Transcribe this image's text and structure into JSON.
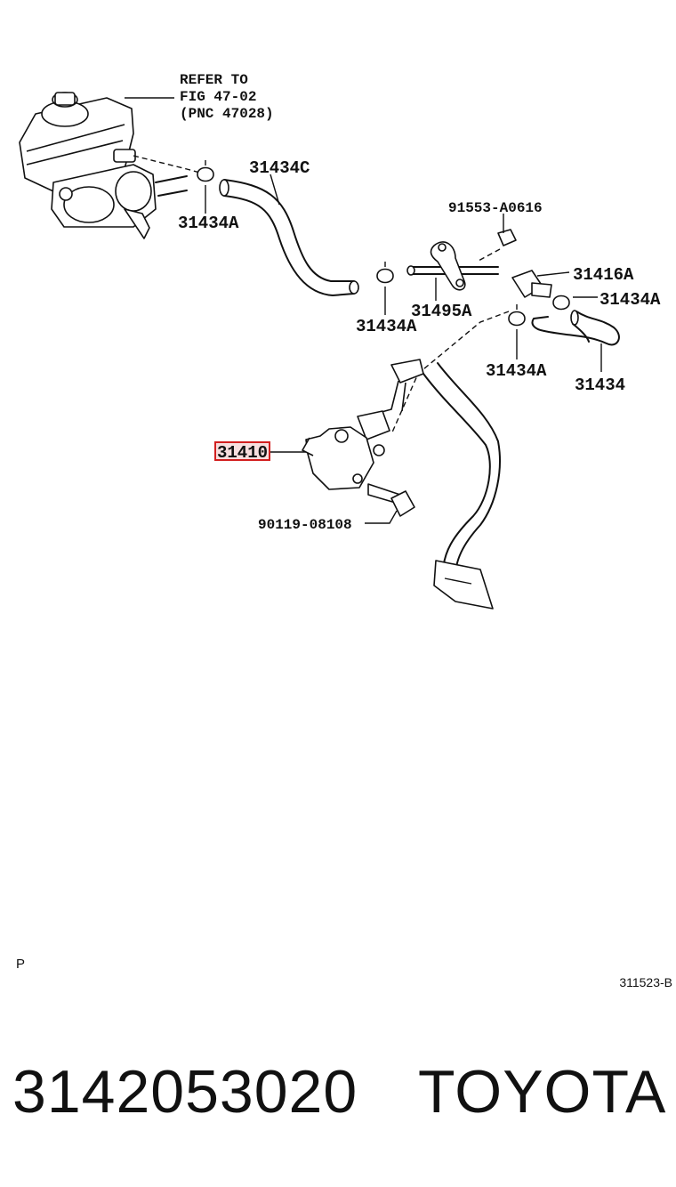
{
  "diagram": {
    "refer_note": [
      "REFER TO",
      "FIG 47-02",
      "(PNC 47028)"
    ],
    "labels": {
      "c31434C": "31434C",
      "c31434A_top": "31434A",
      "c91553": "91553-A0616",
      "c31416A": "31416A",
      "c31434A_right": "31434A",
      "c31495A": "31495A",
      "c31434A_mid": "31434A",
      "c31434A_low": "31434A",
      "c31434": "31434",
      "c31410": "31410",
      "c90119": "90119-08108"
    },
    "highlight_color": "#d21f1f"
  },
  "corner": {
    "left": "P",
    "right": "311523-B"
  },
  "footer": {
    "part_number": "3142053020",
    "brand": "TOYOTA"
  }
}
